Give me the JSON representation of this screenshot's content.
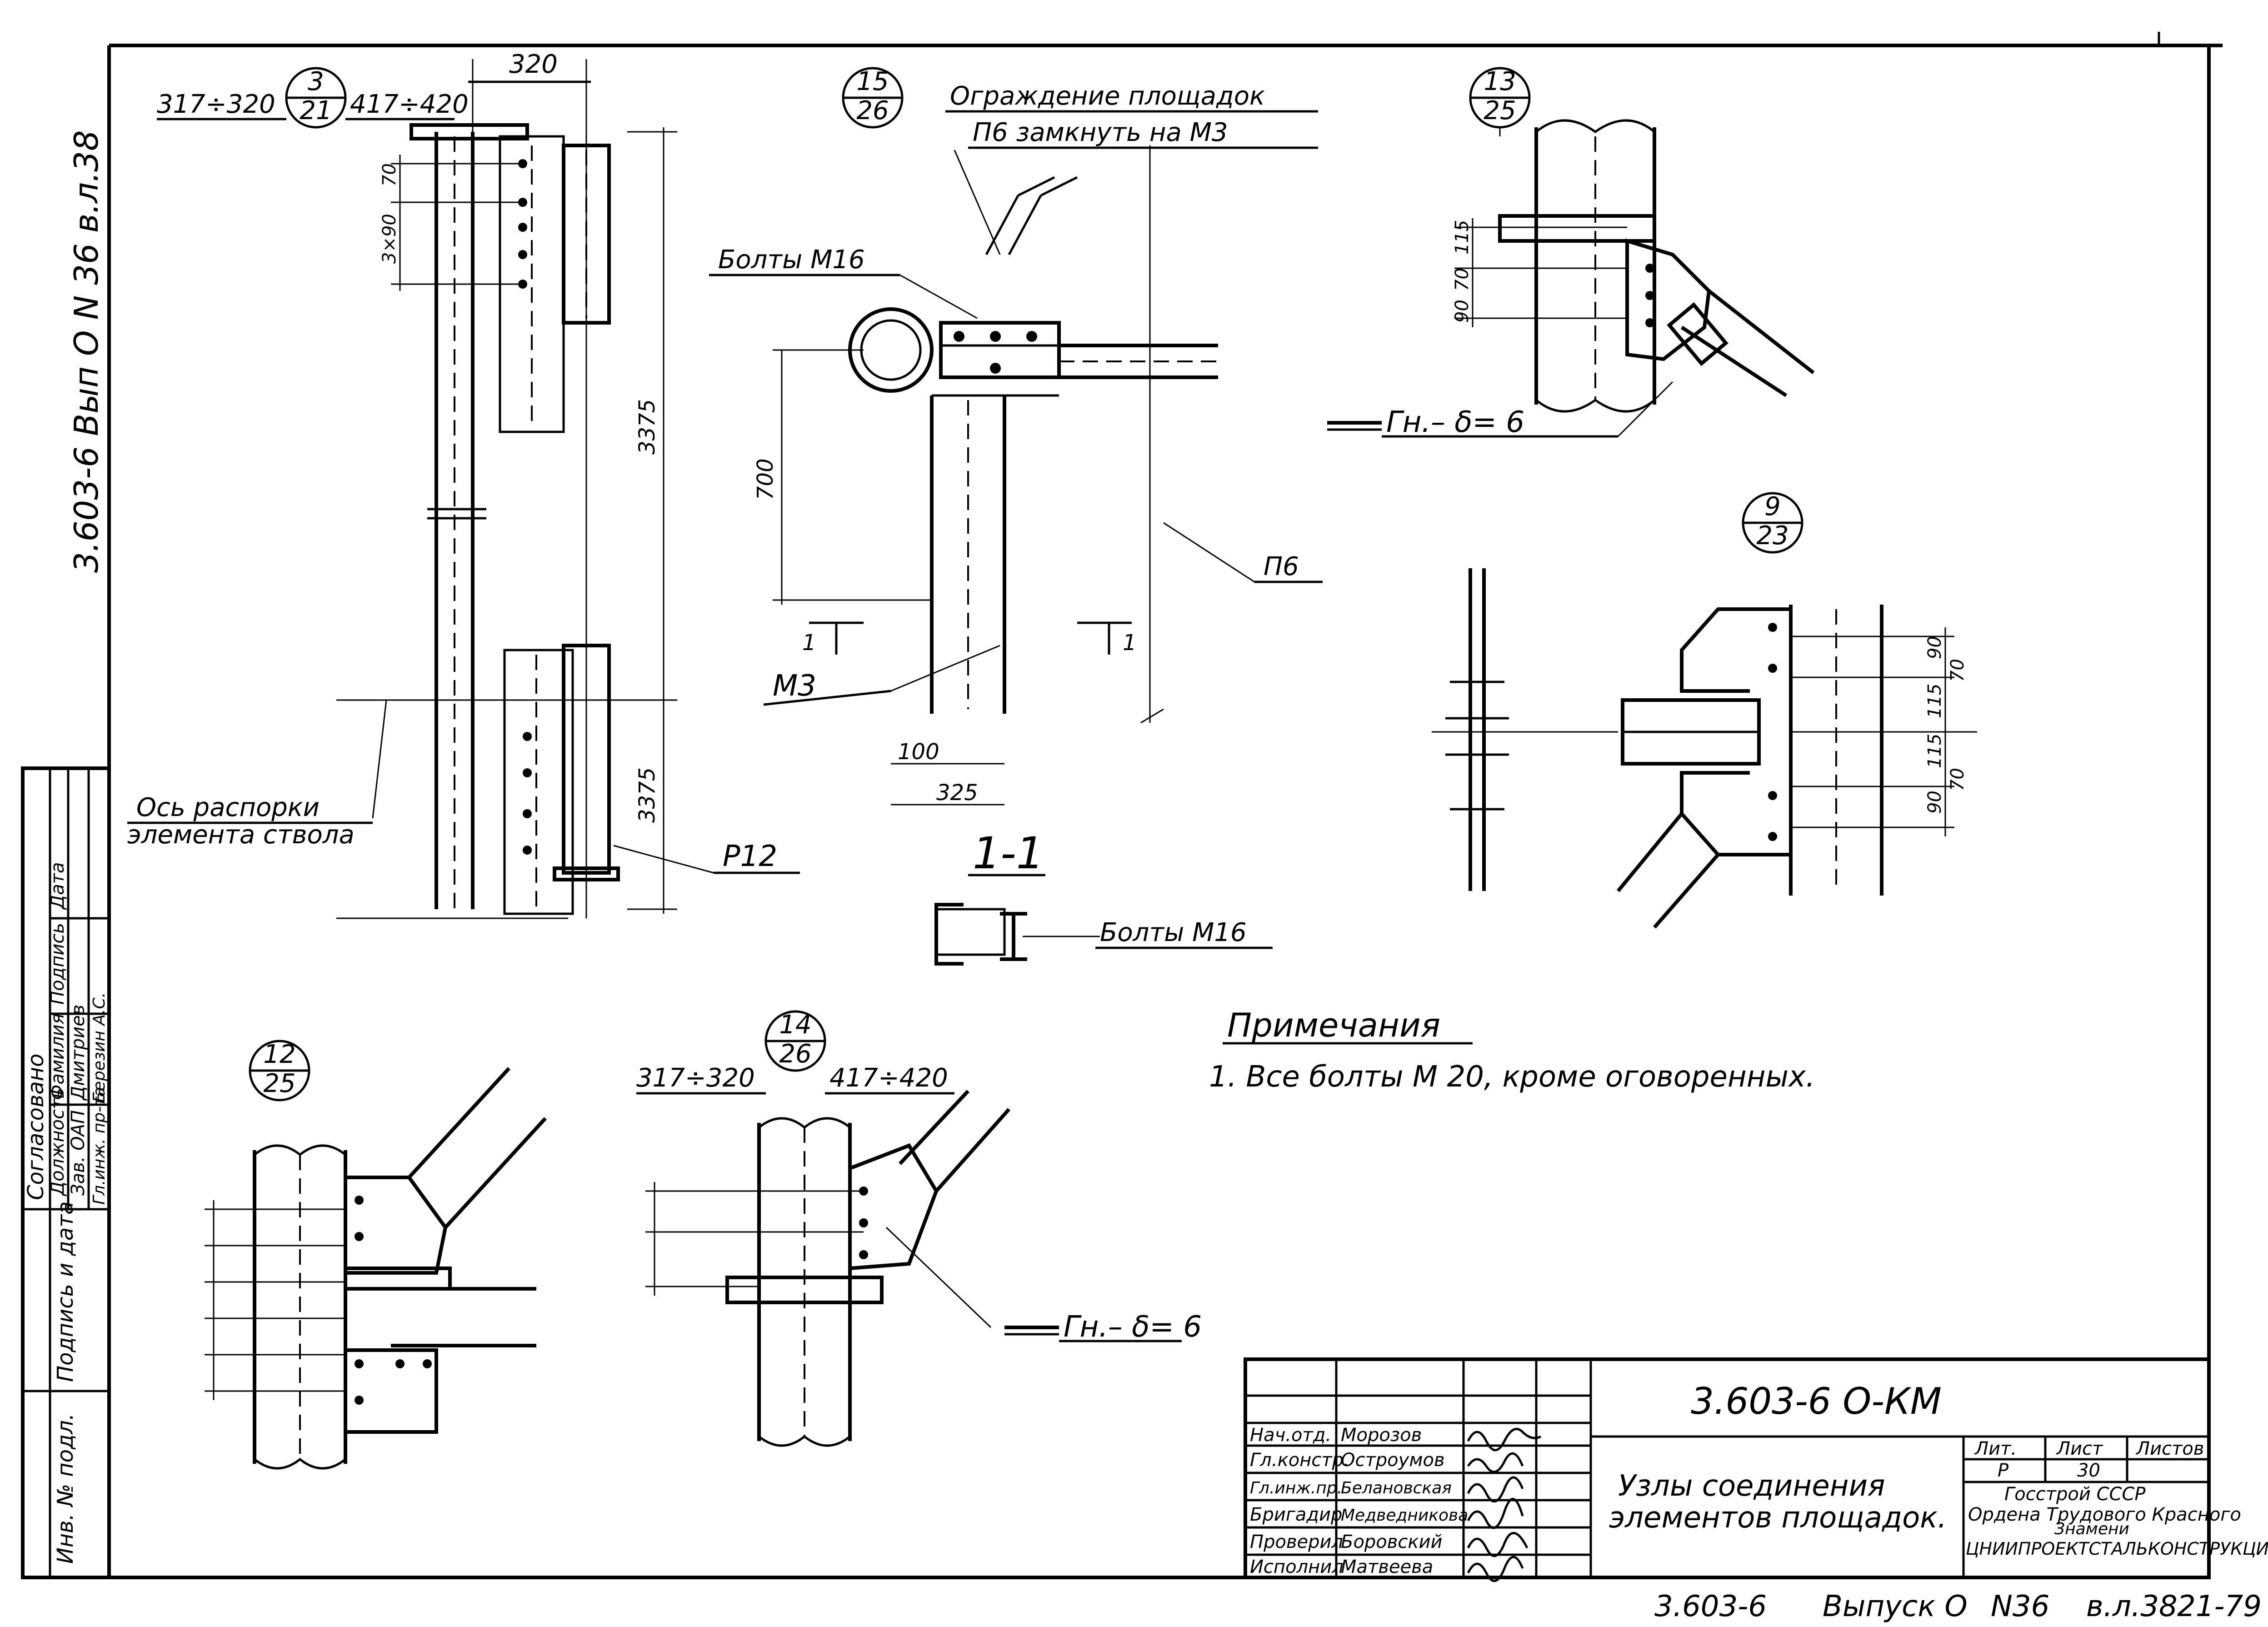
{
  "margin_code": "3.603-6  Вып О  N 36  в.л.38",
  "callouts": [
    {
      "num": "3",
      "den": "21",
      "left": "317÷320",
      "right": "417÷420"
    },
    {
      "num": "15",
      "den": "26"
    },
    {
      "num": "13",
      "den": "25"
    },
    {
      "num": "9",
      "den": "23"
    },
    {
      "num": "12",
      "den": "25"
    },
    {
      "num": "14",
      "den": "26",
      "left": "317÷320",
      "right": "417÷420"
    }
  ],
  "dims": {
    "d320": "320",
    "d70a": "70",
    "d3x90": "3×90",
    "d3375a": "3375",
    "d3375b": "3375",
    "d700": "700",
    "d100": "100",
    "d325": "325",
    "d115": "115",
    "d70b": "70",
    "d90a": "90",
    "d90": "90",
    "d70": "70",
    "d115b": "115",
    "d115c": "115",
    "d90b": "90",
    "d70c": "70"
  },
  "labels": {
    "guard_line1": "Ограждение площадок",
    "guard_line2": "П6 замкнуть на М3",
    "bolts_m16_top": "Болты М16",
    "p6": "П6",
    "m3": "М3",
    "axis_label_line1": "Ось распорки",
    "axis_label_line2": "элемента ствола",
    "p12": "Р12",
    "section": "1-1",
    "section_mark": "1",
    "bolts_m16_bottom": "Болты М16",
    "weld_13": "Гн.– δ= 6",
    "weld_14": "Гн.– δ= 6"
  },
  "notes": {
    "title": "Примечания",
    "items": [
      "1. Все болты  М 20, кроме оговоренных."
    ]
  },
  "approval": {
    "header": "Согласовано",
    "cols": [
      "Должность",
      "Фамилия",
      "Подпись",
      "Дата"
    ],
    "rows": [
      [
        "Зав. ОАП",
        "Дмитриев"
      ],
      [
        "Гл.инж. пр-та",
        "Березин А.С."
      ]
    ],
    "side1": "Подпись и дата",
    "side2": "Инв. № подл."
  },
  "title_block": {
    "designation": "3.603-6 О-КМ",
    "title_line1": "Узлы соединения",
    "title_line2": "элементов площадок.",
    "lit_label": "Лит.",
    "sheet_label": "Лист",
    "sheets_label": "Листов",
    "lit": "Р",
    "sheet": "30",
    "org_line1": "Госстрой СССР",
    "org_line2": "Ордена Трудового Красного",
    "org_line3": "Знамени",
    "org_line4": "ЦНИИПРОЕКТСТАЛЬКОНСТРУКЦИЯ",
    "people": [
      {
        "role": "Нач.отд.",
        "name": "Морозов"
      },
      {
        "role": "Гл.констр.",
        "name": "Остроумов"
      },
      {
        "role": "Гл.инж.пр.",
        "name": "Белановская"
      },
      {
        "role": "Бригадир",
        "name": "Медведникова"
      },
      {
        "role": "Проверил",
        "name": "Боровский"
      },
      {
        "role": "Исполнил",
        "name": "Матвеева"
      }
    ]
  },
  "footer": {
    "code": "3.603-6",
    "issue": "Выпуск О",
    "num": "N36",
    "sheet": "в.л.38",
    "extra": "21-79"
  }
}
